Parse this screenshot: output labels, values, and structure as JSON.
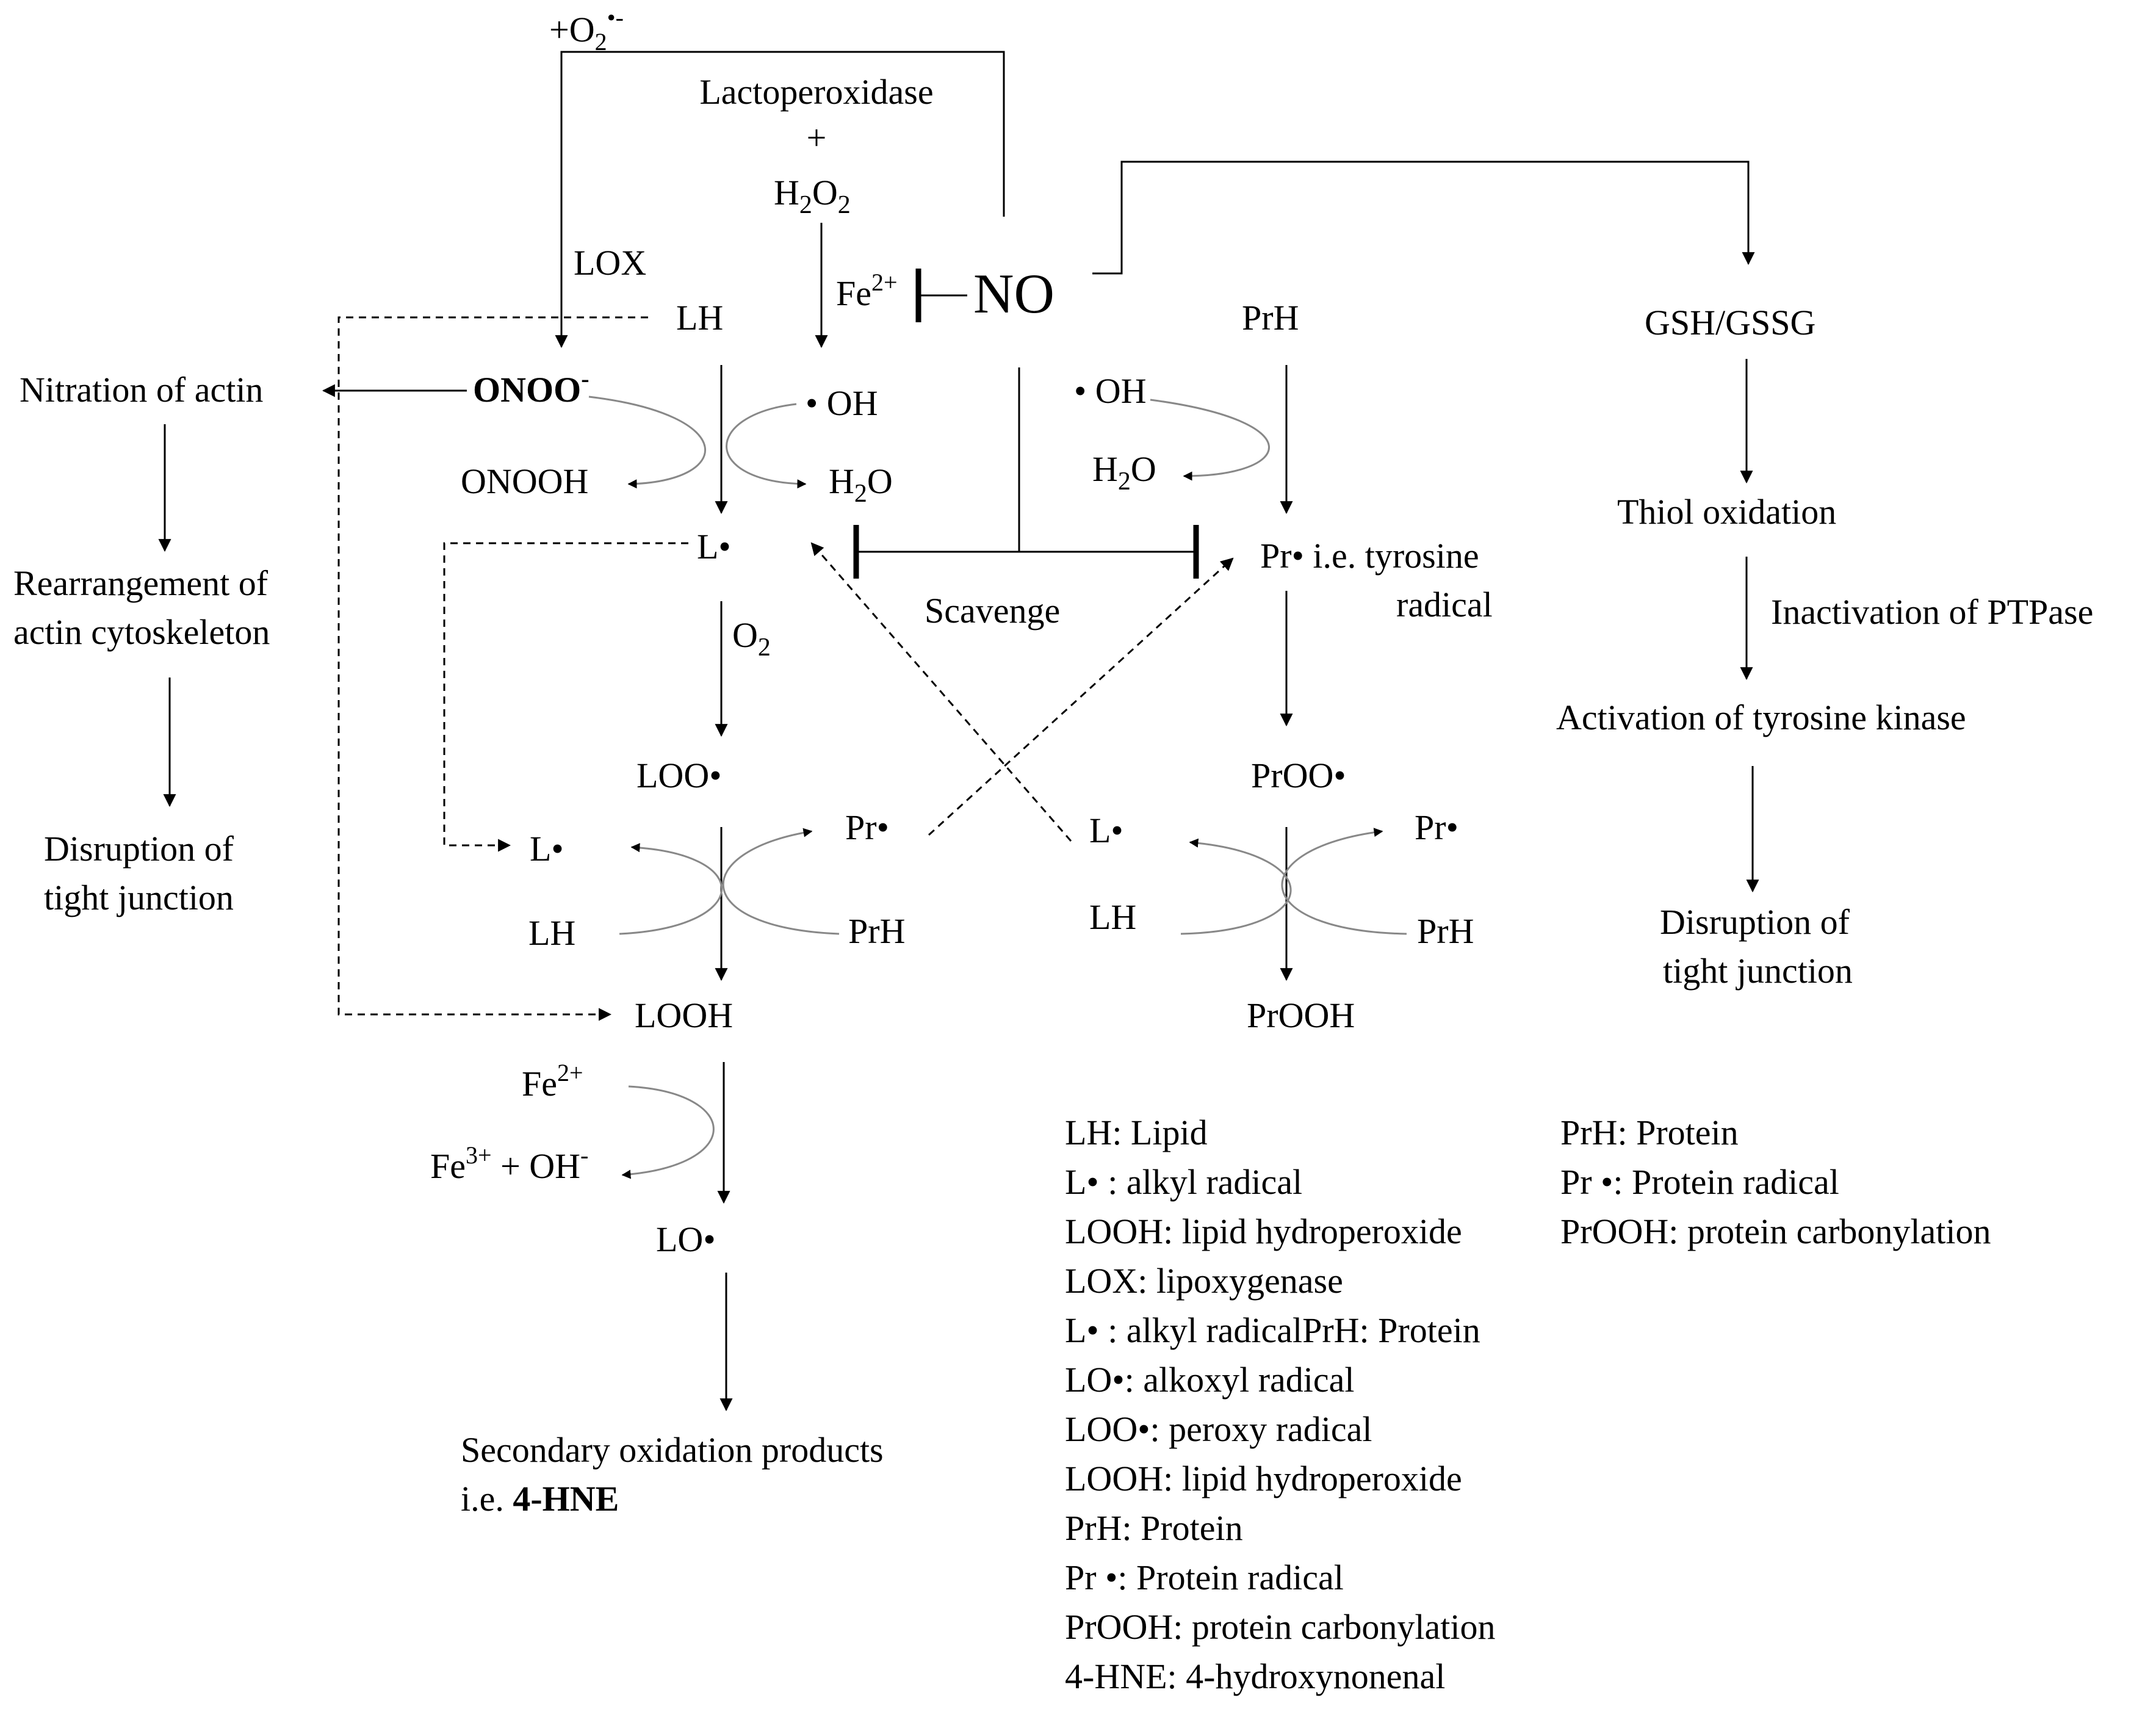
{
  "nodes": {
    "o2_superoxide": "+O",
    "o2_sub": "2",
    "o2_sup": "•-",
    "lactoperoxidase": "Lactoperoxidase",
    "plus": "+",
    "h2o2_h": "H",
    "h2o2_2a": "2",
    "h2o2_o": "O",
    "h2o2_2b": "2",
    "lox": "LOX",
    "lh_top": "LH",
    "fe2_top": "Fe",
    "fe2_top_sup": "2+",
    "no": "NO",
    "prh_top": "PrH",
    "gsh": "GSH/GSSG",
    "nitration": "Nitration of actin",
    "onoo": "ONOO",
    "onoo_sup": "-",
    "oh_left": "• OH",
    "oh_right": "• OH",
    "onooh": "ONOOH",
    "h2o_left": "H",
    "h2o_left_sub": "2",
    "h2o_left_o": "O",
    "h2o_right": "H",
    "h2o_right_sub": "2",
    "h2o_right_o": "O",
    "thiol": "Thiol oxidation",
    "rearrangement_1": "Rearrangement of",
    "rearrangement_2": "actin cytoskeleton",
    "l_radical_top": "L•",
    "pr_radical_top": "Pr• i.e. tyrosine",
    "radical_word": "radical",
    "scavenge": "Scavenge",
    "inactivation": "Inactivation of PTPase",
    "o2_label": "O",
    "o2_label_sub": "2",
    "activation": "Activation of tyrosine kinase",
    "loo": "LOO•",
    "proo": "PrOO•",
    "disruption_left_1": "Disruption of",
    "disruption_left_2": "tight junction",
    "l_mid_left": "L•",
    "pr_mid_left": "Pr•",
    "l_mid_right": "L•",
    "pr_mid_right": "Pr•",
    "lh_mid_left": "LH",
    "prh_mid_left": "PrH",
    "lh_mid_right": "LH",
    "prh_mid_right": "PrH",
    "disruption_right_1": "Disruption of",
    "disruption_right_2": "tight junction",
    "looh": "LOOH",
    "prooh": "PrOOH",
    "fe2_bottom": "Fe",
    "fe2_bottom_sup": "2+",
    "fe3_bottom": "Fe",
    "fe3_bottom_sup": "3+",
    "fe3_bottom_rest": " + OH",
    "fe3_bottom_minus": "-",
    "lo": "LO•",
    "secondary_1": "Secondary oxidation products",
    "secondary_2_pre": "i.e. ",
    "secondary_2_bold": "4-HNE"
  },
  "legend": {
    "left": [
      "LH: Lipid",
      "L• : alkyl radical",
      "LOOH: lipid hydroperoxide",
      "LOX: lipoxygenase",
      "L• : alkyl radicalPrH: Protein",
      "LO•: alkoxyl radical",
      "LOO•: peroxy radical",
      "LOOH: lipid hydroperoxide",
      "PrH: Protein",
      "Pr •: Protein radical",
      "PrOOH: protein carbonylation",
      "4-HNE: 4-hydroxynonenal"
    ],
    "right": [
      "PrH: Protein",
      "Pr •: Protein radical",
      "PrOOH: protein carbonylation"
    ]
  }
}
